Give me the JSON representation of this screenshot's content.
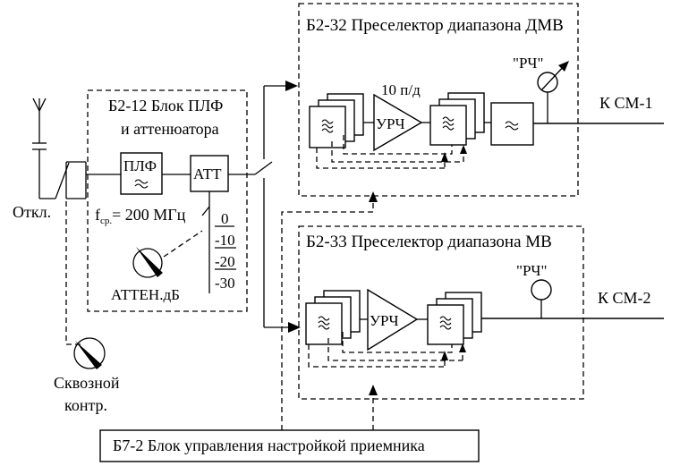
{
  "labels": {
    "plf_unit_line1": "Б2-12  Блок ПЛФ",
    "plf_unit_line2": "и аттенюатора",
    "plf": "ПЛФ",
    "att": "АТТ",
    "freq_f": "f",
    "freq_sub": "ср.",
    "freq_value": "= 200 МГц",
    "att_levels": [
      "0",
      "-10",
      "-20",
      "-30"
    ],
    "atten_knob": "АТТЕН.дБ",
    "off": "Откл.",
    "through_line1": "Сквозной",
    "through_line2": "контр.",
    "dmv_title": "Б2-32 Преселектор диапазона ДМВ",
    "gain": "10 п/д",
    "urch_dmv": "УРЧ",
    "rch_dmv": "\"РЧ\"",
    "out1": "К СМ-1",
    "mv_title": "Б2-33 Преселектор диапазона МВ",
    "urch_mv": "УРЧ",
    "rch_mv": "\"РЧ\"",
    "out2": "К  СМ-2",
    "control": "Б7-2  Блок управления настройкой приемника"
  }
}
